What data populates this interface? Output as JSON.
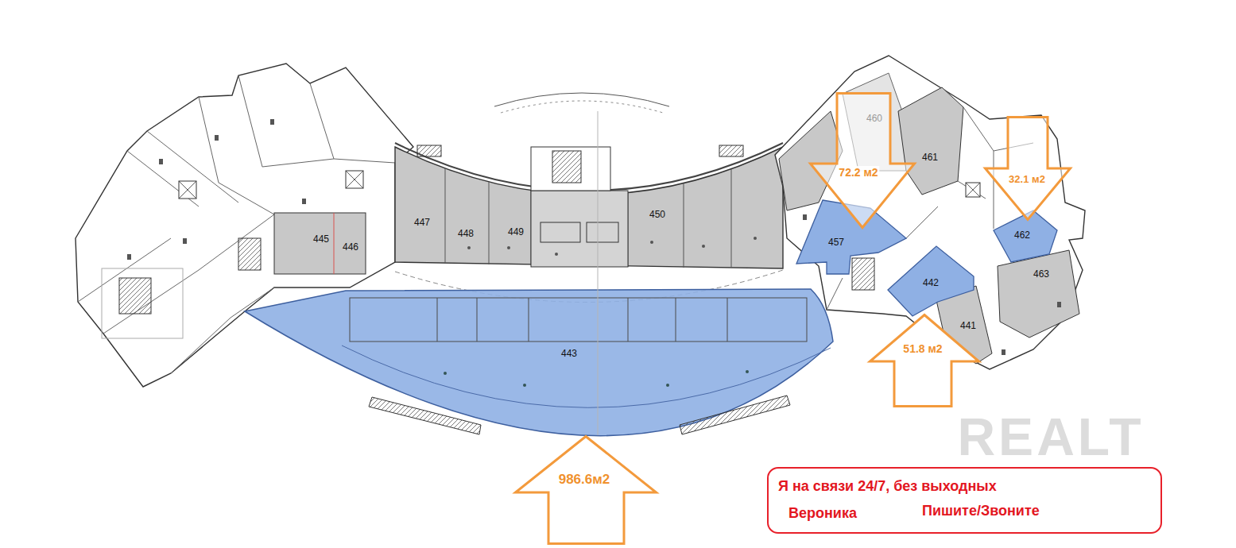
{
  "diagram": {
    "nodes": [
      {
        "text": [
          "72.2 м2"
        ]
      },
      {
        "text": [
          "32.1 м2"
        ]
      },
      {
        "text": [
          "51.8 м2"
        ]
      },
      {
        "text": [
          "986.6м2"
        ]
      },
      {
        "text": [
          "Я на связи 24/7, без выходных",
          "Вероника",
          "Пишите/Звоните"
        ]
      }
    ],
    "labels": [
      "460",
      "461",
      "450",
      "447",
      "449",
      "448",
      "462",
      "445",
      "457",
      "446",
      "463",
      "442",
      "441",
      "443",
      "REALT"
    ]
  }
}
